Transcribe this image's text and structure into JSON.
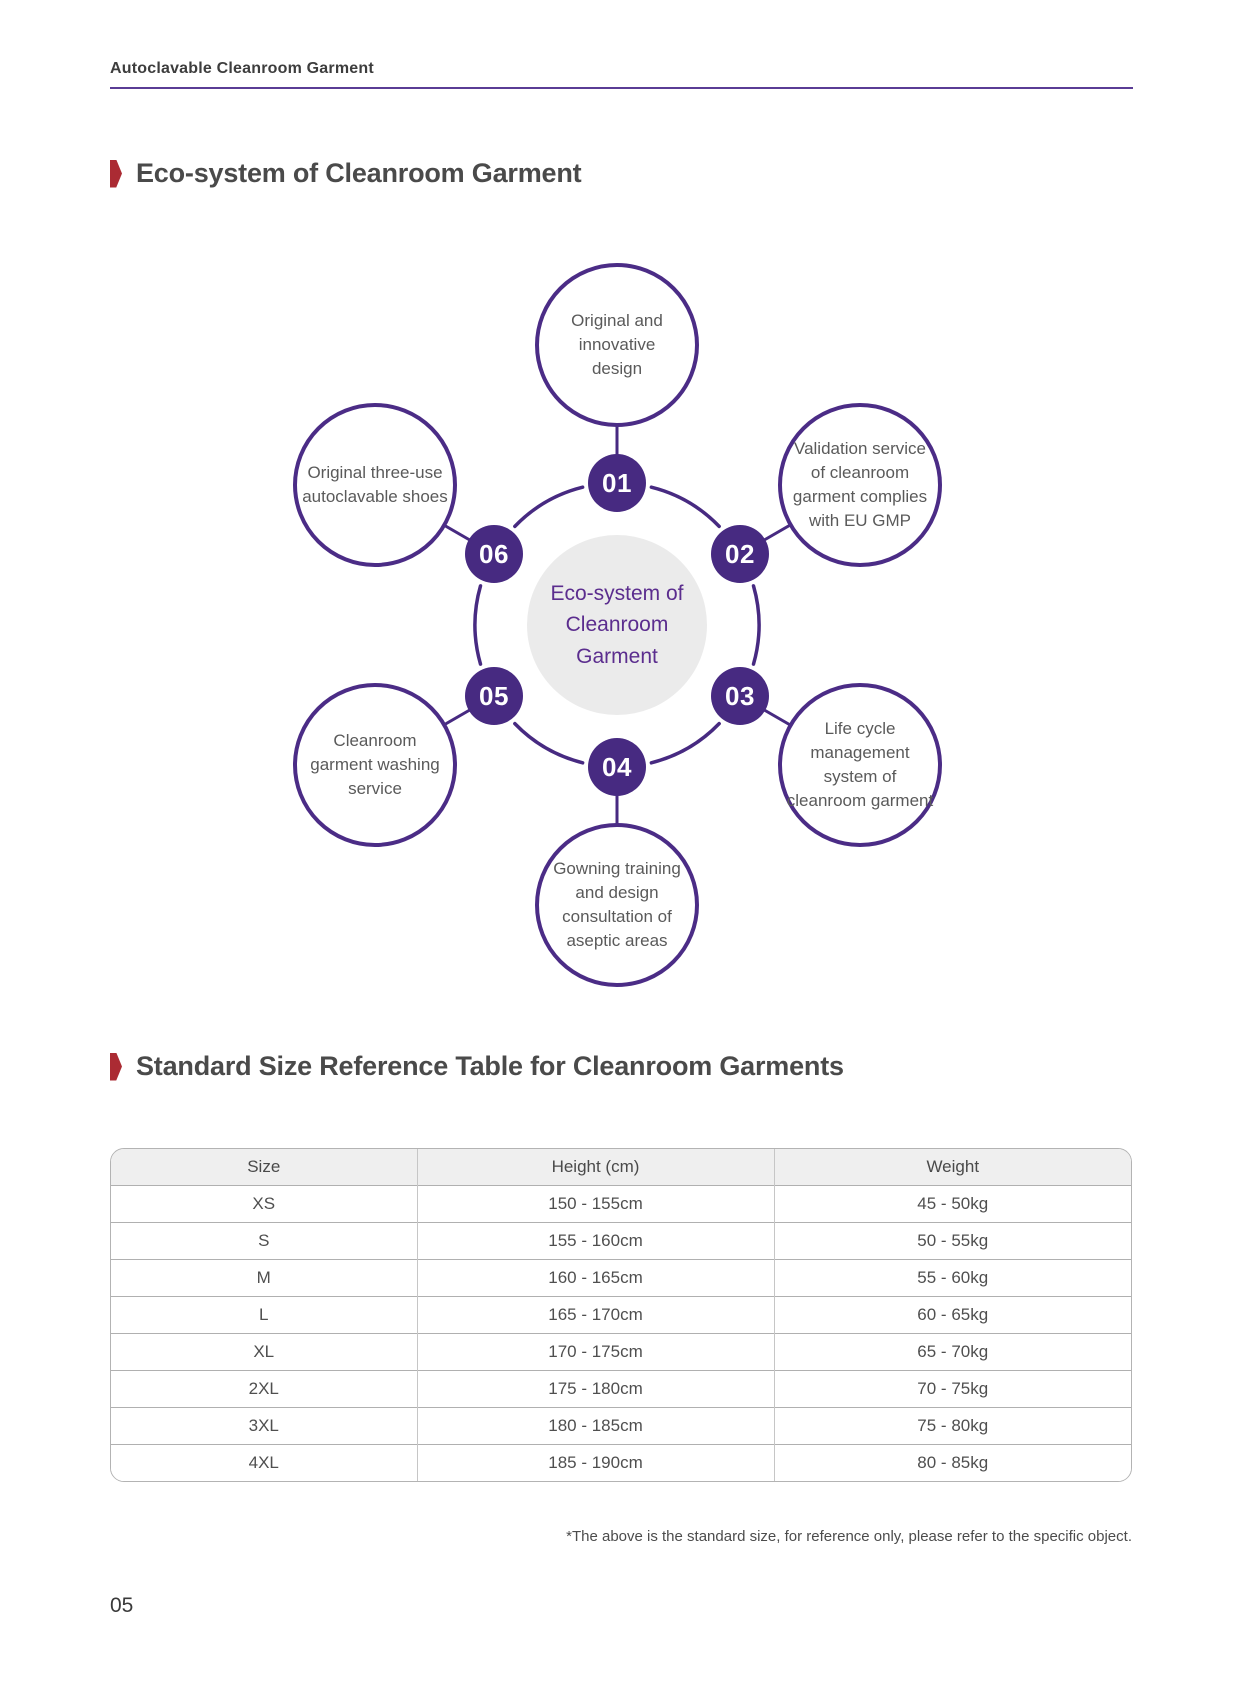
{
  "page": {
    "kicker": "Autoclavable Cleanroom Garment",
    "page_number": "05"
  },
  "ecosystem": {
    "title": "Eco-system of Cleanroom Garment",
    "center": {
      "line1": "Eco-system of",
      "line2": "Cleanroom",
      "line3": "Garment"
    },
    "nodes": [
      {
        "number": "01",
        "label": "Original and innovative design"
      },
      {
        "number": "02",
        "label": "Validation service of cleanroom garment complies with EU GMP"
      },
      {
        "number": "03",
        "label": "Life cycle management system of cleanroom garment"
      },
      {
        "number": "04",
        "label": "Gowning training and design consultation of aseptic areas"
      },
      {
        "number": "05",
        "label": "Cleanroom garment washing service"
      },
      {
        "number": "06",
        "label": "Original three-use autoclavable shoes"
      }
    ]
  },
  "size_table": {
    "title": "Standard Size Reference Table for Cleanroom Garments",
    "columns": [
      "Size",
      "Height (cm)",
      "Weight"
    ],
    "rows": [
      [
        "XS",
        "150 - 155cm",
        "45 - 50kg"
      ],
      [
        "S",
        "155 - 160cm",
        "50 - 55kg"
      ],
      [
        "M",
        "160 - 165cm",
        "55 - 60kg"
      ],
      [
        "L",
        "165 - 170cm",
        "60 - 65kg"
      ],
      [
        "XL",
        "170 - 175cm",
        "65 - 70kg"
      ],
      [
        "2XL",
        "175 - 180cm",
        "70 - 75kg"
      ],
      [
        "3XL",
        "180 - 185cm",
        "75 - 80kg"
      ],
      [
        "4XL",
        "185 - 190cm",
        "80 - 85kg"
      ]
    ],
    "footnote": "*The above is the standard size, for reference only, please refer to the specific object."
  },
  "colors": {
    "node_purple": "#472a81",
    "satellite_stroke_purple": "#4b2c86",
    "header_rule_purple": "#5a3c95",
    "center_text_purple": "#5b2d8e",
    "section_marker_red": "#ab2b33",
    "table_header_gray": "#efefef"
  }
}
